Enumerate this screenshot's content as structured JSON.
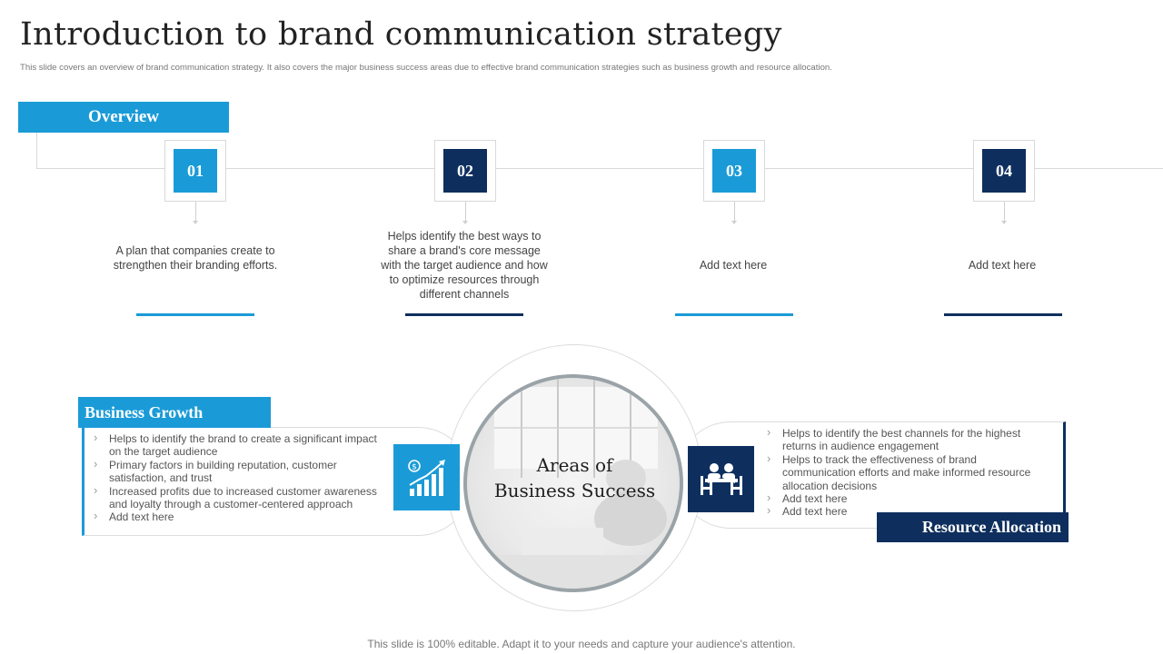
{
  "header": {
    "title": "Introduction to brand communication strategy",
    "subtitle": "This slide covers an overview of brand communication strategy. It also covers the major business success areas due to effective brand communication strategies such as business growth and resource allocation."
  },
  "overview": {
    "label": "Overview",
    "steps": [
      {
        "number": "01",
        "text": "A plan that companies create to strengthen their branding efforts."
      },
      {
        "number": "02",
        "text": "Helps identify the best ways to share a brand's core message with the target audience and how to optimize resources through different  channels"
      },
      {
        "number": "03",
        "text": "Add text here"
      },
      {
        "number": "04",
        "text": "Add text here"
      }
    ]
  },
  "center": {
    "title_line1": "Areas of",
    "title_line2": "Business Success"
  },
  "business_growth": {
    "label": "Business Growth",
    "icon": "growth-chart-icon",
    "bullets": [
      "Helps to identify the brand to create a significant impact on the target audience",
      "Primary factors in building reputation, customer satisfaction, and trust",
      "Increased profits due to increased customer awareness and loyalty through a customer-centered approach",
      "Add text here"
    ]
  },
  "resource_allocation": {
    "label": "Resource Allocation",
    "icon": "meeting-table-icon",
    "bullets": [
      "Helps to identify the best channels for the highest returns in audience engagement",
      "Helps to track the effectiveness of brand communication efforts and make informed resource allocation decisions",
      "Add text here",
      "Add text here"
    ]
  },
  "footer": {
    "text": "This slide is 100% editable. Adapt it to your needs and capture your audience's attention."
  },
  "colors": {
    "light_blue": "#1a9bd7",
    "dark_navy": "#0e2f5e"
  }
}
